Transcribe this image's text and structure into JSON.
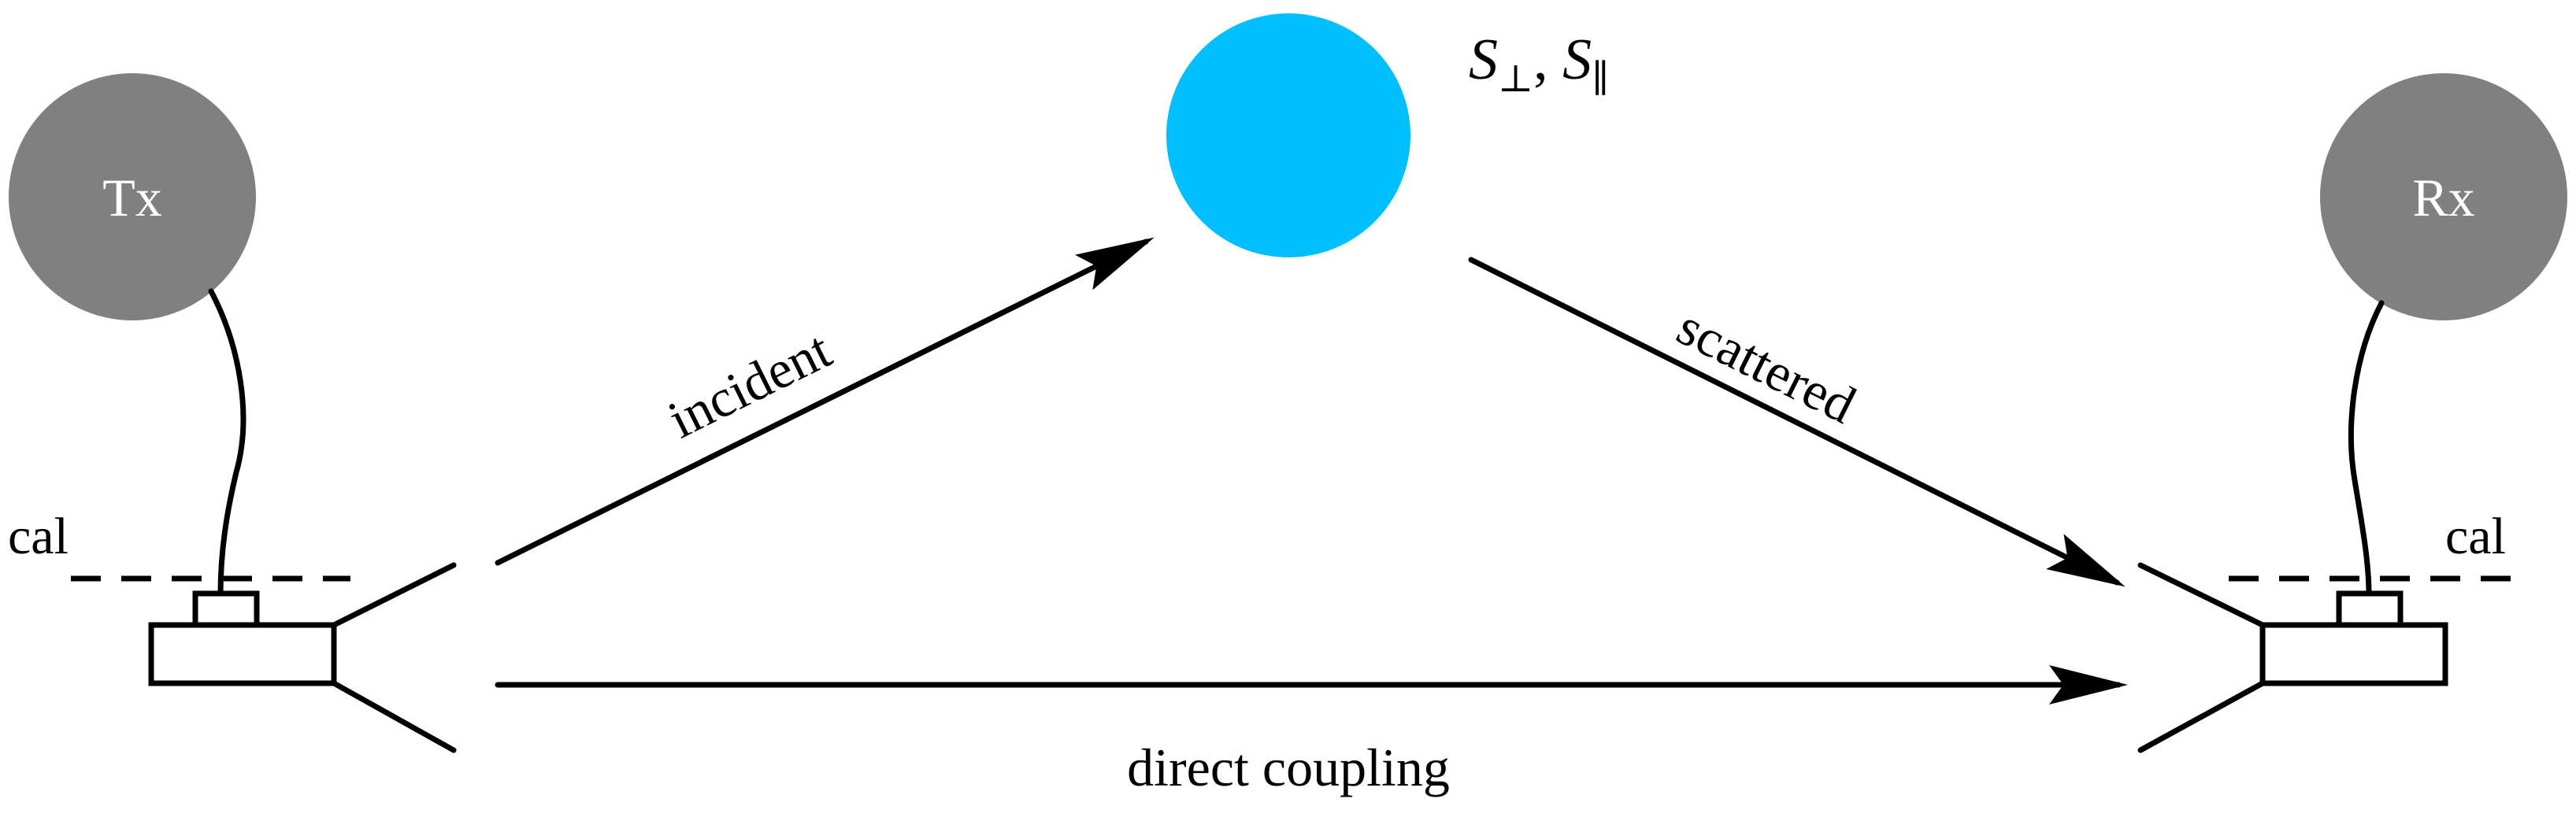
{
  "transmitter": {
    "label": "Tx",
    "color": "#808080",
    "text_color": "#ffffff"
  },
  "receiver": {
    "label": "Rx",
    "color": "#808080",
    "text_color": "#ffffff"
  },
  "scatterer": {
    "color": "#00bfff",
    "label_symbol": "S",
    "label_sub_perp": "⊥",
    "label_sep": ", ",
    "label_sub_par": "∥"
  },
  "paths": {
    "incident": "incident",
    "scattered": "scattered",
    "direct": "direct coupling"
  },
  "calibration": {
    "left_label": "cal",
    "right_label": "cal"
  },
  "colors": {
    "stroke": "#000000",
    "background": "#ffffff"
  }
}
